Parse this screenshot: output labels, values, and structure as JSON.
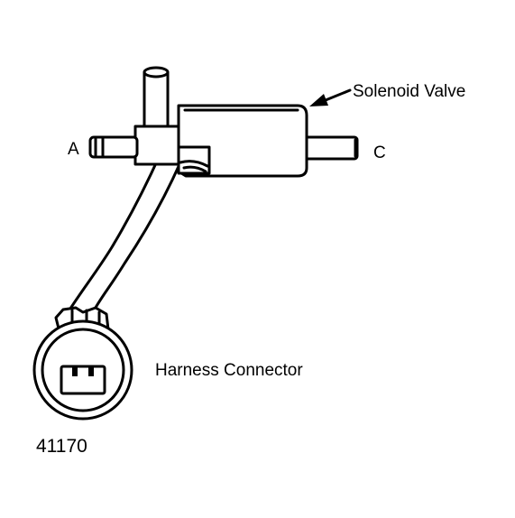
{
  "diagram": {
    "labels": {
      "port_a": "A",
      "port_c": "C",
      "solenoid_valve": "Solenoid Valve",
      "harness_connector": "Harness Connector",
      "figure_number": "41170"
    },
    "colors": {
      "line": "#000000",
      "background": "#ffffff"
    }
  }
}
